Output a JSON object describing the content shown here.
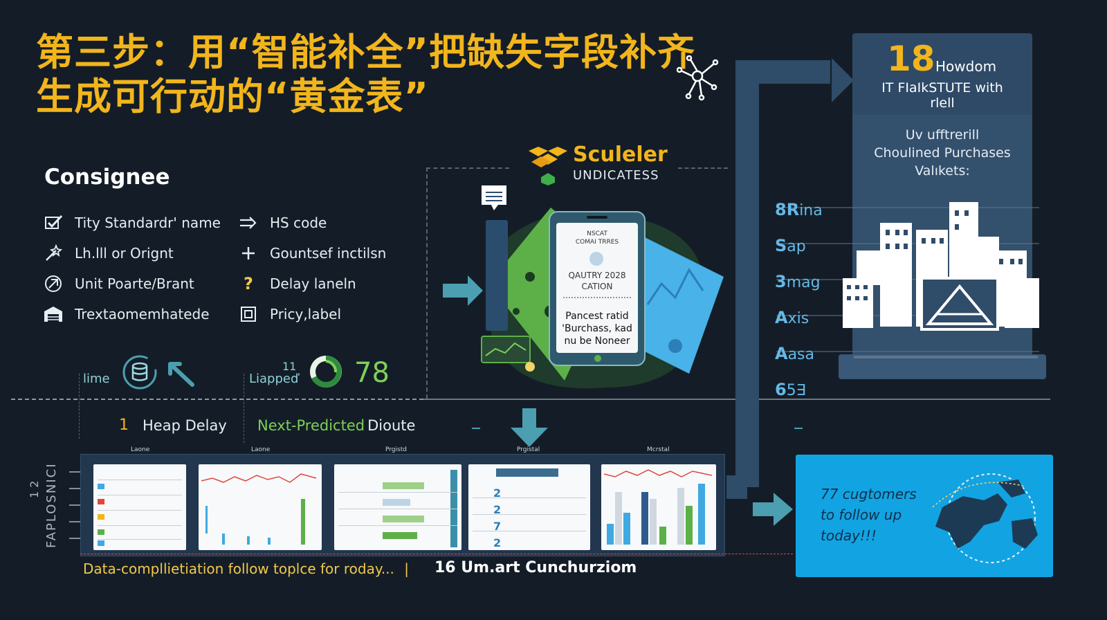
{
  "title": {
    "line1": "第三步：用“智能补全”把缺失字段补齐",
    "line2": "生成可行动的“黄金表”"
  },
  "consignee": {
    "heading": "Consignee",
    "fields_left": [
      {
        "icon": "checkbox-icon",
        "label": "Tity Standardr' name"
      },
      {
        "icon": "magic-wand-icon",
        "label": "Lh.lll or Orignt"
      },
      {
        "icon": "price-tag-icon",
        "label": "Unit Poarte/Brant"
      },
      {
        "icon": "warehouse-icon",
        "label": "Trextaomemhatede"
      }
    ],
    "fields_right": [
      {
        "icon": "arrow-icon",
        "label": "HS code"
      },
      {
        "icon": "plus-icon",
        "label": "Gountsef inctilsn"
      },
      {
        "icon": "question-icon",
        "label": "Delay laneln"
      },
      {
        "icon": "label-icon",
        "label": "Pricy,label"
      }
    ]
  },
  "metrics": {
    "time_label": "lime",
    "lapped_label": "Liappeď",
    "lapped_sup": "11",
    "score": "78"
  },
  "brand": {
    "name": "Sculeler",
    "sub": "UNDICATESS"
  },
  "phone": {
    "header1": "NSCAT",
    "header2": "COMAI TRRES",
    "line1": "QAUTRY 2028",
    "line2": "CATION",
    "body1": "Pancest ratid",
    "body2": "'Burchass, kad",
    "body3": "nu be Noneer"
  },
  "predict": {
    "count": "1",
    "heap": "Heap Delay",
    "next_green": "Next-Predicted",
    "next_rest": "Dioute"
  },
  "strip": {
    "side_label": "FAPLOSNICI",
    "side_num": "1 2",
    "panel_titles": [
      "Laone",
      "Laone",
      "Prgistd",
      "Prgistal",
      "Mcrstal"
    ],
    "footer_left": "Data-compllietiation follow toplce for roday...",
    "footer_sep": "|",
    "footer_right": "16 Um.art Cunchurziom"
  },
  "right_card": {
    "big": "18",
    "big_label": "Howdom",
    "sub1": "IT FIaIkSTUTE with",
    "sub2": "rlell",
    "desc1": "Uv ufftrerill",
    "desc2": "Choulined Purchases",
    "desc3": "Valıkets:"
  },
  "left_list": [
    {
      "prefix": "8R",
      "text": "ina"
    },
    {
      "prefix": "S",
      "text": "ap"
    },
    {
      "prefix": "3",
      "text": "mag"
    },
    {
      "prefix": "A",
      "text": "xis"
    },
    {
      "prefix": "A",
      "text": "asa"
    },
    {
      "prefix": "6",
      "text": "5∃"
    }
  ],
  "customers": {
    "line1": "77 cugtomers",
    "line2": "to follow up",
    "line3": "today!!!"
  },
  "colors": {
    "title": "#f2b51c",
    "accent_green": "#7ed05a",
    "teal": "#4b9fb0",
    "blue_box": "#12a3e2"
  }
}
